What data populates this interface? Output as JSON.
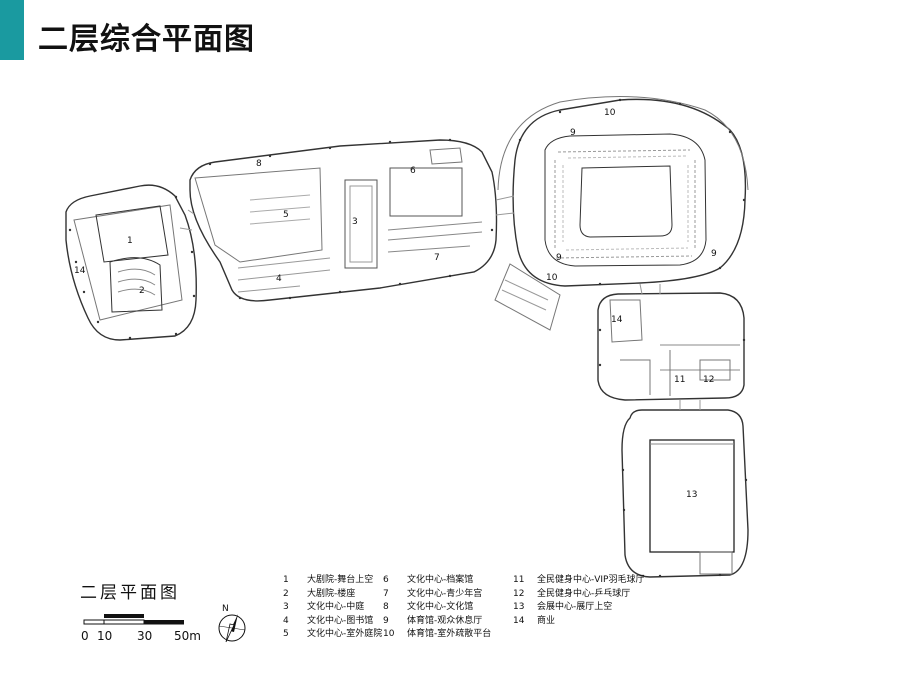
{
  "title": "二层综合平面图",
  "legend_title": "二层平面图",
  "scale": [
    "0",
    "10",
    "30",
    "50m"
  ],
  "north": "N",
  "colors": {
    "accent": "#1a9aa0"
  },
  "labels": [
    "1",
    "2",
    "3",
    "4",
    "5",
    "6",
    "7",
    "8",
    "9",
    "9",
    "9",
    "10",
    "10",
    "11",
    "12",
    "13",
    "14",
    "14"
  ],
  "legend_col1": [
    {
      "num": "1",
      "text": "大剧院-舞台上空"
    },
    {
      "num": "2",
      "text": "大剧院-楼座"
    },
    {
      "num": "3",
      "text": "文化中心-中庭"
    },
    {
      "num": "4",
      "text": "文化中心-图书馆"
    },
    {
      "num": "5",
      "text": "文化中心-室外庭院"
    }
  ],
  "legend_col2": [
    {
      "num": "6",
      "text": "文化中心-档案馆"
    },
    {
      "num": "7",
      "text": "文化中心-青少年宫"
    },
    {
      "num": "8",
      "text": "文化中心-文化馆"
    },
    {
      "num": "9",
      "text": "体育馆-观众休息厅"
    },
    {
      "num": "10",
      "text": "体育馆-室外疏散平台"
    }
  ],
  "legend_col3": [
    {
      "num": "11",
      "text": "全民健身中心-VIP羽毛球厅"
    },
    {
      "num": "12",
      "text": "全民健身中心-乒乓球厅"
    },
    {
      "num": "13",
      "text": "会展中心-展厅上空"
    },
    {
      "num": "14",
      "text": "商业"
    }
  ]
}
